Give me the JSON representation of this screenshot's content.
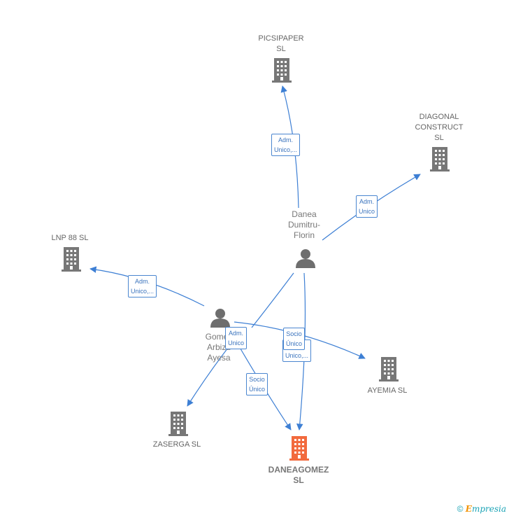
{
  "nodes": {
    "picsipaper": {
      "label": "PICSIPAPER\nSL",
      "type": "company"
    },
    "diagonal": {
      "label": "DIAGONAL\nCONSTRUCT\nSL",
      "type": "company"
    },
    "lnp88": {
      "label": "LNP 88  SL",
      "type": "company"
    },
    "ayemia": {
      "label": "AYEMIA  SL",
      "type": "company"
    },
    "zaserga": {
      "label": "ZASERGA  SL",
      "type": "company"
    },
    "daneagomez": {
      "label": "DANEAGOMEZ\nSL",
      "type": "company-focus"
    },
    "danea": {
      "label": "Danea\nDumitru-\nFlorin",
      "type": "person"
    },
    "gomez": {
      "label": "Gomez\nArbizu\nAyesa",
      "type": "person"
    }
  },
  "edges": {
    "danea_picsipaper": "Adm.\nUnico,...",
    "danea_diagonal": "Adm.\nUnico",
    "gomez_lnp88": "Adm.\nUnico,...",
    "gomez_zaserga": "Adm.\nUnico",
    "gomez_daneagomez": "Socio\nÚnico",
    "danea_daneagomez_a": "Adm.\nUnico,...",
    "danea_daneagomez_b": "Socio\nÚnico"
  },
  "colors": {
    "edge": "#3d7fd4",
    "company": "#777777",
    "focus": "#f26a3d",
    "person": "#6e6e6e"
  },
  "footer": {
    "copyright": "©",
    "brand_initial": "E",
    "brand_rest": "mpresia"
  }
}
